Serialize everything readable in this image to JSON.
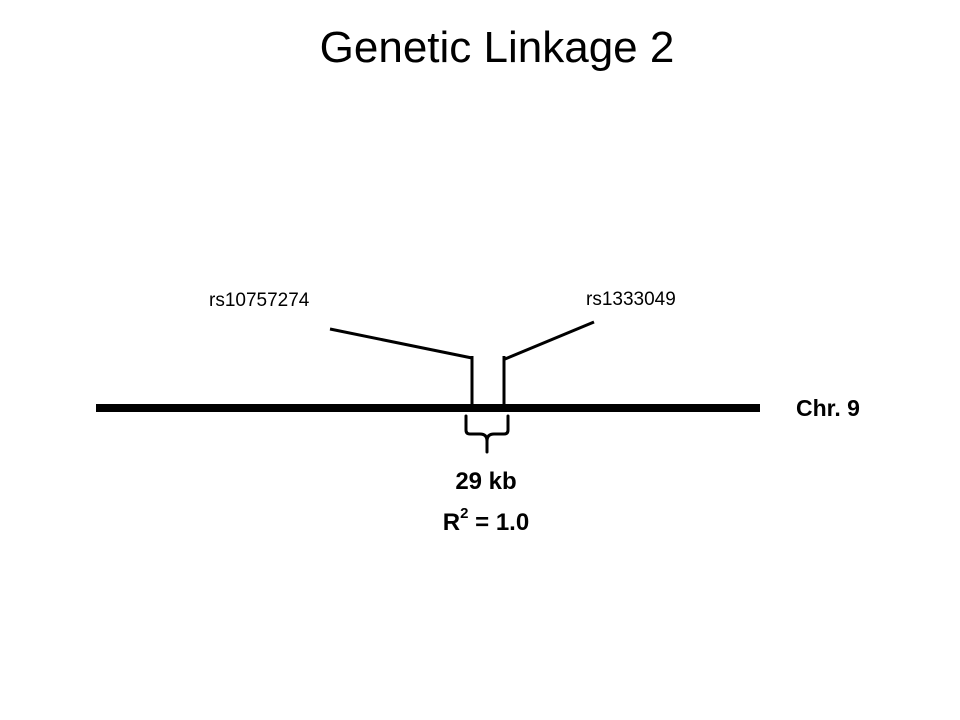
{
  "title": "Genetic Linkage 2",
  "snps": [
    {
      "id": "rs10757274"
    },
    {
      "id": "rs1333049"
    }
  ],
  "chromosome": {
    "label": "Chr. 9"
  },
  "distance": {
    "label": "29 kb"
  },
  "linkage": {
    "symbol": "R",
    "exponent": "2",
    "value_text": " = 1.0"
  }
}
